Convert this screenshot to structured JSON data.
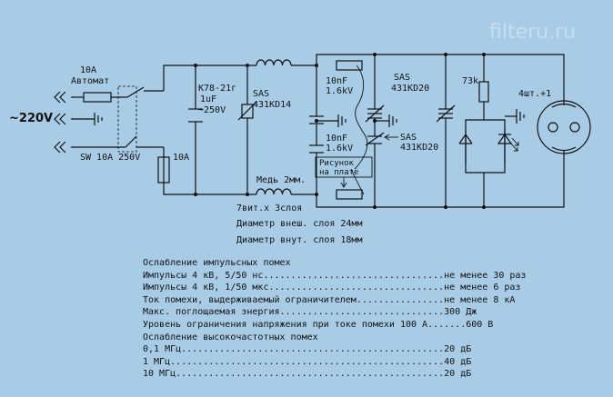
{
  "watermark": "filteru.ru",
  "labels": {
    "mains_voltage": "~220V",
    "breaker_rating": "10A",
    "breaker_name": "Автомат",
    "switch": "SW 10A 250V",
    "fuse": "10A",
    "cap_model": "K78-21г",
    "cap_value": "1uF",
    "cap_voltage": "~250V",
    "varistor_1_type": "SAS",
    "varistor_1_model": "431KD14",
    "cap_top_value": "10nF",
    "cap_top_voltage": "1.6kV",
    "cap_bottom_value": "10nF",
    "cap_bottom_voltage": "1.6kV",
    "varistor_2_type": "SAS",
    "varistor_2_model": "431KD20",
    "varistor_3_type": "SAS",
    "varistor_3_model": "431KD20",
    "resistor": "73k",
    "outlets": "4шт.+1",
    "board_note_1": "Рисунок",
    "board_note_2": "на плате",
    "copper": "Медь 2мм.",
    "coil_turns": "7вит.х 3слоя",
    "coil_outer": "Диаметр внеш. слоя 24мм",
    "coil_inner": "Диаметр внут. слоя 18мм"
  },
  "spec": [
    "Ослабление импульсных помех",
    "Импульсы 4 кВ, 5/50 нс.................................не менее 30 раз",
    "Импульсы 4 кВ, 1/50 мкс................................не менее 6 раз",
    "Ток помехи, выдерживаемый ограничителем................не менее 8 кА",
    "Макс. поглощаемая энергия..............................300 Дж",
    "Уровень ограничения напряжения при токе помехи 100 А.......600 В",
    "Ослабление высокочастотных помех",
    "0,1 МГц................................................20 дБ",
    "1 МГц..................................................40 дБ",
    "10 МГц.................................................20 дБ"
  ]
}
